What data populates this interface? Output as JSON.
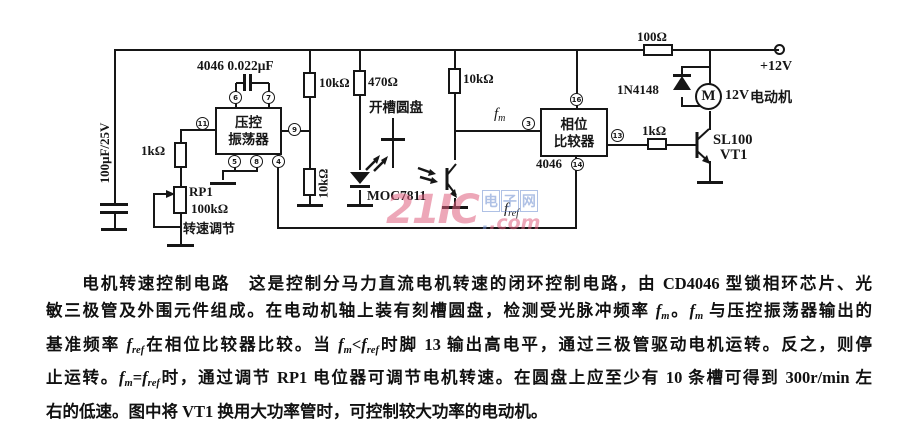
{
  "schematic": {
    "left_cap_label": "100μF/25V",
    "timing_cap_label": "4046 0.022μF",
    "r_bias": "1kΩ",
    "rp1": {
      "name": "RP1",
      "value": "100kΩ",
      "caption": "转速调节"
    },
    "vco": {
      "line1": "压控",
      "line2": "振荡器",
      "pins": {
        "p6": "6",
        "p7": "7",
        "p11": "11",
        "p9": "9",
        "p5": "5",
        "p8": "8",
        "p4": "4"
      }
    },
    "r_div_top": "10kΩ",
    "r_div_bottom": "10kΩ",
    "r_led": "470Ω",
    "r_photo": "10kΩ",
    "disc_label": "开槽圆盘",
    "opto_label": "MOC7811",
    "fm": {
      "base": "f",
      "sub": "m"
    },
    "fref": {
      "base": "f",
      "sub": "ref"
    },
    "comparator": {
      "line1": "相位",
      "line2": "比较器",
      "chip": "4046",
      "pins": {
        "p16": "16",
        "p3": "3",
        "p13": "13",
        "p14": "14"
      }
    },
    "r_supply": "100Ω",
    "diode_label": "1N4148",
    "motor": {
      "symbol": "M",
      "voltage": "12V",
      "caption": "电动机"
    },
    "supply_label": "+12V",
    "r_base": "1kΩ",
    "transistor": {
      "model": "SL100",
      "ref": "VT1"
    },
    "watermark": {
      "big": "21IC",
      "site": "电子网",
      "dotcom": ".com"
    }
  },
  "description": {
    "math": {
      "fm": {
        "base": "f",
        "sub": "m"
      },
      "fref": {
        "base": "f",
        "sub": "ref"
      }
    },
    "lines": [
      {
        "justify": true,
        "indent": true,
        "segments": [
          {
            "text": "电机转速控制电路",
            "bold": true
          },
          {
            "text": "　这是控制分马力直流电机转速的闭环控制电路，由 CD4046 型锁相环芯片、光"
          }
        ]
      },
      {
        "justify": true,
        "segments": [
          {
            "text": "敏三极管及外围元件组成。在电动机轴上装有刻槽圆盘，检测受光脉冲频率 "
          },
          {
            "math": "fm"
          },
          {
            "text": "。"
          },
          {
            "math": "fm"
          },
          {
            "text": " 与压控振荡器输出的"
          }
        ]
      },
      {
        "justify": true,
        "segments": [
          {
            "text": "基准频率 "
          },
          {
            "math": "fref"
          },
          {
            "text": "在相位比较器比较。当 "
          },
          {
            "math": "fm"
          },
          {
            "text": "<"
          },
          {
            "math": "fref"
          },
          {
            "text": "时脚 13 输出高电平，通过三极管驱动电机运转。反之，则停"
          }
        ]
      },
      {
        "justify": true,
        "segments": [
          {
            "text": "止运转。"
          },
          {
            "math": "fm"
          },
          {
            "text": "="
          },
          {
            "math": "fref"
          },
          {
            "text": "时，通过调节 RP1 电位器可调节电机转速。在圆盘上应至少有 10 条槽可得到 300r/min 左"
          }
        ]
      },
      {
        "justify": false,
        "segments": [
          {
            "text": "右的低速。图中将 VT1 换用大功率管时，可控制较大功率的电动机。"
          }
        ]
      }
    ]
  }
}
